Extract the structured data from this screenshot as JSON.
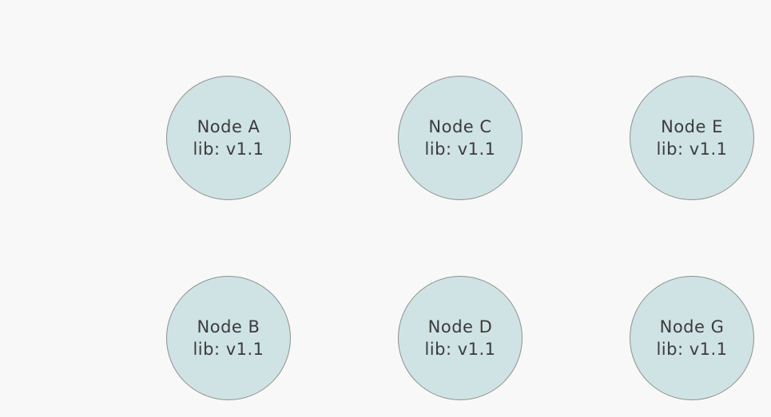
{
  "canvas": {
    "background_color": "#f8f8f8"
  },
  "node_style": {
    "fill_color": "#cfe3e4",
    "border_color": "#8f8f8f",
    "text_color": "#3b3b3b"
  },
  "nodes": [
    {
      "name": "Node A",
      "lib": "lib: v1.1",
      "row": 1,
      "col": 1
    },
    {
      "name": "Node C",
      "lib": "lib: v1.1",
      "row": 1,
      "col": 2
    },
    {
      "name": "Node E",
      "lib": "lib: v1.1",
      "row": 1,
      "col": 3
    },
    {
      "name": "Node B",
      "lib": "lib: v1.1",
      "row": 2,
      "col": 1
    },
    {
      "name": "Node D",
      "lib": "lib: v1.1",
      "row": 2,
      "col": 2
    },
    {
      "name": "Node G",
      "lib": "lib: v1.1",
      "row": 2,
      "col": 3
    }
  ]
}
